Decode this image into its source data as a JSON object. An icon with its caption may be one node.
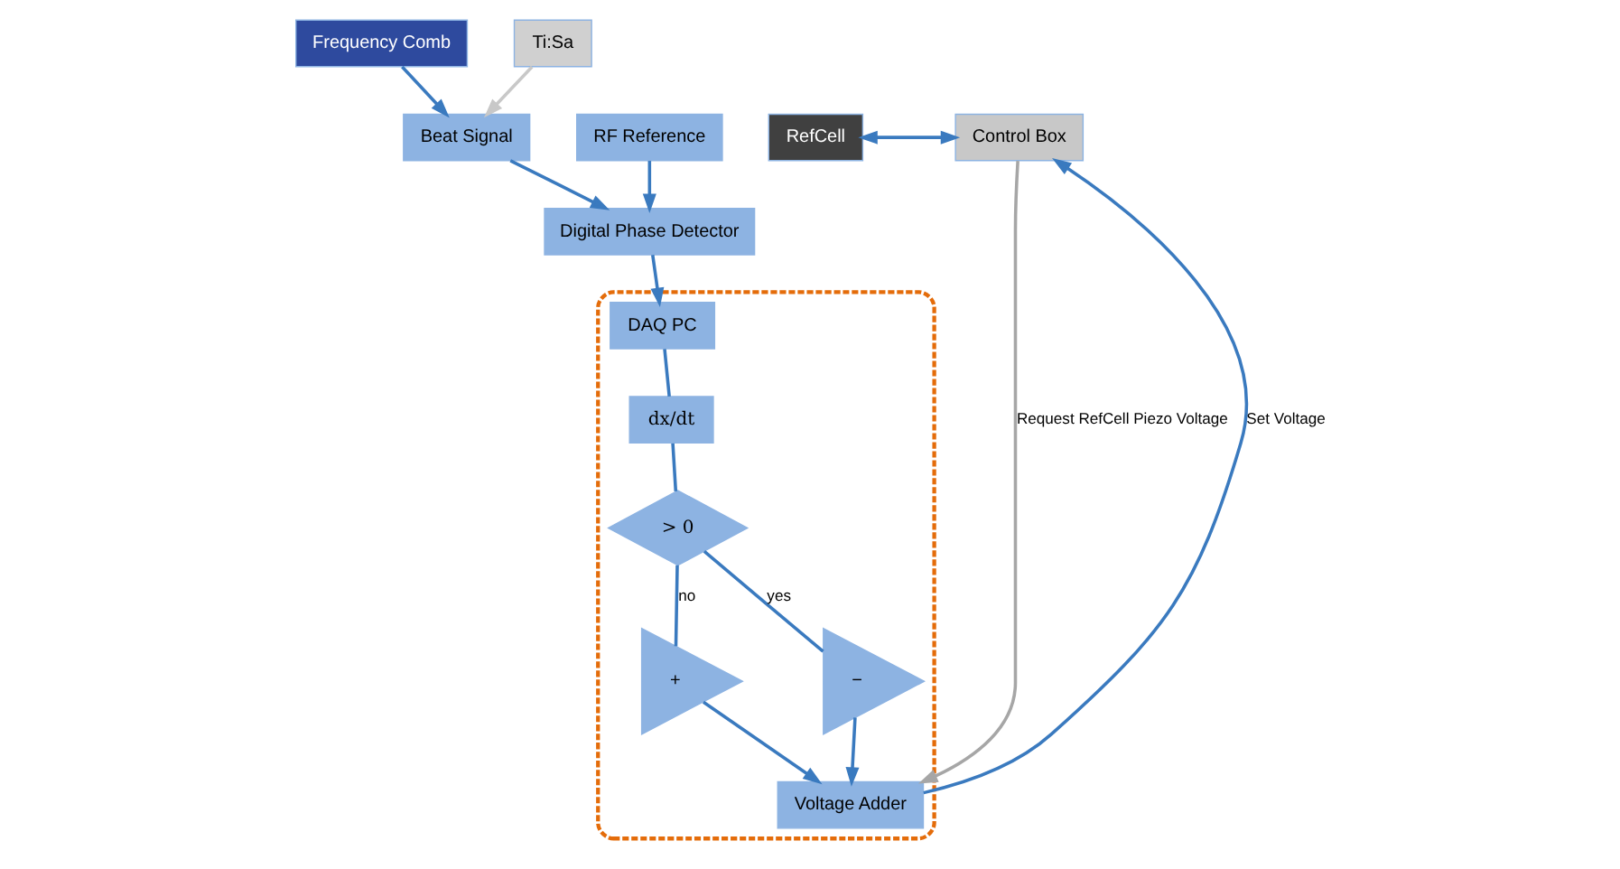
{
  "diagram": {
    "nodes": [
      {
        "text": [
          "RF Reference"
        ]
      },
      {
        "text": [
          "Beat Signal"
        ]
      },
      {
        "text": [
          "Frequency Comb"
        ]
      },
      {
        "text": [
          "Ti:Sa"
        ]
      },
      {
        "text": [
          "RefCell"
        ]
      },
      {
        "text": [
          "Control Box"
        ]
      },
      {
        "text": [
          "Digital Phase Detector"
        ]
      },
      {
        "text": [],
        "shape": "box"
      },
      {
        "text": [
          "DAQ PC"
        ],
        "in": 7
      },
      {
        "text": [
          "dx/dt"
        ],
        "in": 7
      },
      {
        "text": [
          "> 0"
        ],
        "in": 7
      },
      {
        "text": [
          "+"
        ],
        "in": 7
      },
      {
        "text": [
          "−"
        ],
        "in": 7
      },
      {
        "text": [
          "Voltage Adder"
        ],
        "in": 7
      }
    ],
    "edges": [
      {
        "from": 2,
        "to": 1,
        "arrow": "to"
      },
      {
        "from": 3,
        "to": 1,
        "arrow": "to",
        "color": "#c8c8c8"
      },
      {
        "from": 4,
        "to": 5,
        "arrow": "both"
      },
      {
        "from": 0,
        "to": 6,
        "arrow": "to"
      },
      {
        "from": 1,
        "to": 6,
        "arrow": "to"
      },
      {
        "from": 6,
        "to": 8,
        "arrow": "to"
      },
      {
        "from": 8,
        "to": 9,
        "arrow": "none"
      },
      {
        "from": 9,
        "to": 10,
        "arrow": "none"
      },
      {
        "from": 10,
        "to": 11,
        "arrow": "none",
        "label": "no"
      },
      {
        "from": 10,
        "to": 12,
        "arrow": "none",
        "label": "yes"
      },
      {
        "from": 11,
        "to": 13,
        "arrow": "to"
      },
      {
        "from": 12,
        "to": 13,
        "arrow": "to"
      },
      {
        "from": 5,
        "to": 13,
        "arrow": "to",
        "label": "Request RefCell Piezo Voltage",
        "color": "#a6a6a6"
      },
      {
        "from": 13,
        "to": 5,
        "arrow": "to",
        "label": "Set Voltage"
      }
    ]
  }
}
